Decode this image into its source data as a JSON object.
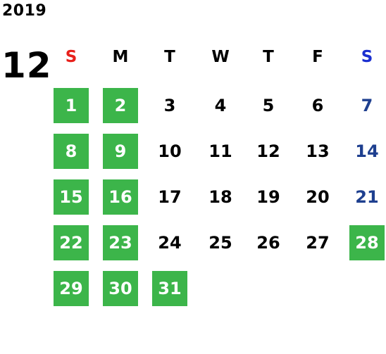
{
  "calendar": {
    "year": "2019",
    "month": "12",
    "weekdays": [
      {
        "label": "S",
        "color": "#e8201b"
      },
      {
        "label": "M",
        "color": "#000000"
      },
      {
        "label": "T",
        "color": "#000000"
      },
      {
        "label": "W",
        "color": "#000000"
      },
      {
        "label": "T",
        "color": "#000000"
      },
      {
        "label": "F",
        "color": "#000000"
      },
      {
        "label": "S",
        "color": "#1b2fd0"
      }
    ],
    "holiday_color": "#3cb54a",
    "saturday_color": "#1e3f8f",
    "weeks": [
      [
        {
          "day": "1",
          "type": "holiday"
        },
        {
          "day": "2",
          "type": "holiday"
        },
        {
          "day": "3",
          "type": "normal"
        },
        {
          "day": "4",
          "type": "normal"
        },
        {
          "day": "5",
          "type": "normal"
        },
        {
          "day": "6",
          "type": "normal"
        },
        {
          "day": "7",
          "type": "saturday"
        }
      ],
      [
        {
          "day": "8",
          "type": "holiday"
        },
        {
          "day": "9",
          "type": "holiday"
        },
        {
          "day": "10",
          "type": "normal"
        },
        {
          "day": "11",
          "type": "normal"
        },
        {
          "day": "12",
          "type": "normal"
        },
        {
          "day": "13",
          "type": "normal"
        },
        {
          "day": "14",
          "type": "saturday"
        }
      ],
      [
        {
          "day": "15",
          "type": "holiday"
        },
        {
          "day": "16",
          "type": "holiday"
        },
        {
          "day": "17",
          "type": "normal"
        },
        {
          "day": "18",
          "type": "normal"
        },
        {
          "day": "19",
          "type": "normal"
        },
        {
          "day": "20",
          "type": "normal"
        },
        {
          "day": "21",
          "type": "saturday"
        }
      ],
      [
        {
          "day": "22",
          "type": "holiday"
        },
        {
          "day": "23",
          "type": "holiday"
        },
        {
          "day": "24",
          "type": "normal"
        },
        {
          "day": "25",
          "type": "normal"
        },
        {
          "day": "26",
          "type": "normal"
        },
        {
          "day": "27",
          "type": "normal"
        },
        {
          "day": "28",
          "type": "holiday"
        }
      ],
      [
        {
          "day": "29",
          "type": "holiday"
        },
        {
          "day": "30",
          "type": "holiday"
        },
        {
          "day": "31",
          "type": "holiday"
        }
      ]
    ]
  }
}
